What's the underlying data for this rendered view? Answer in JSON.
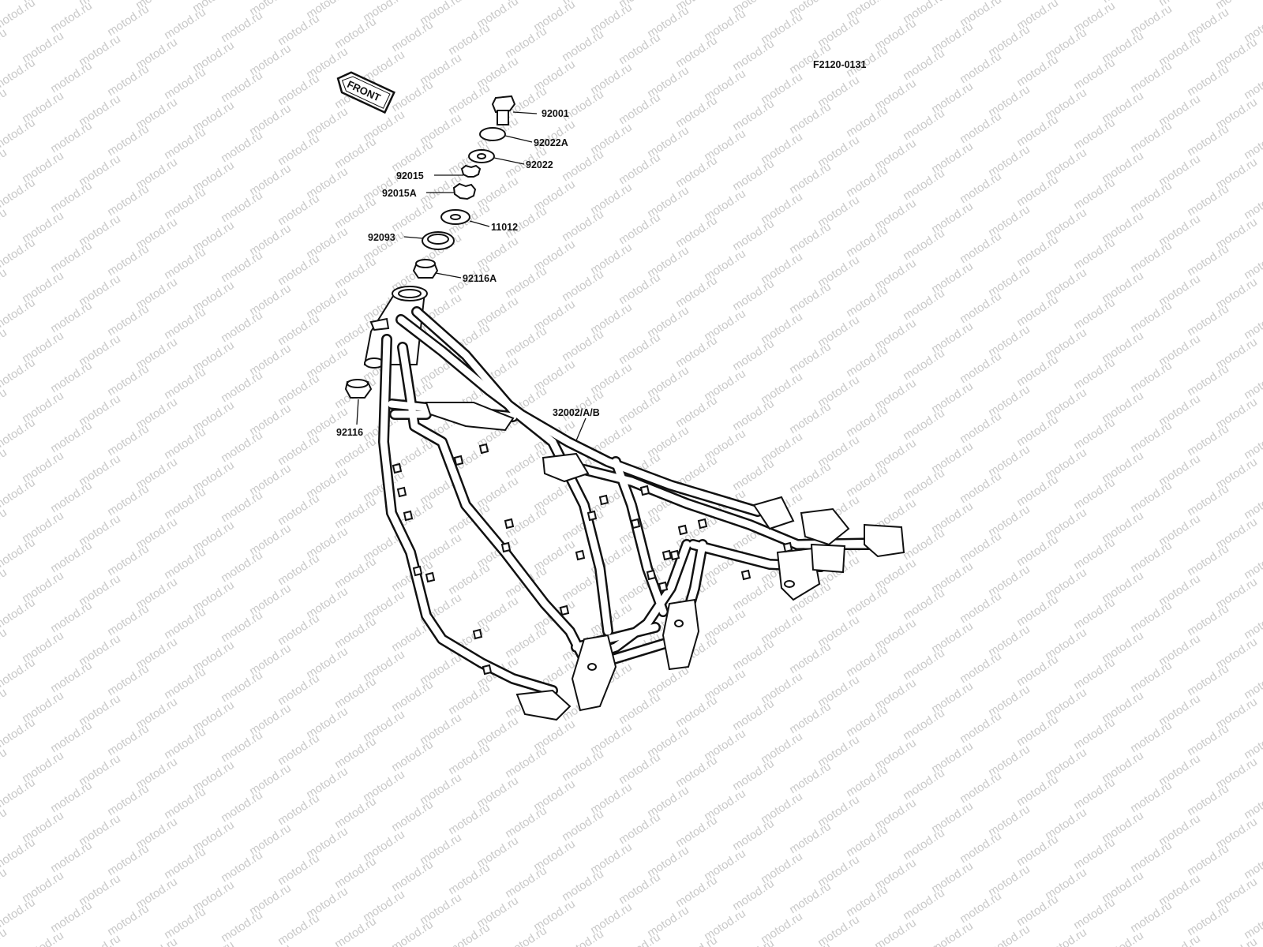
{
  "watermark": {
    "text": "motod.ru",
    "color": "#c9c9c9"
  },
  "figure_code": "F2120-0131",
  "front_arrow": {
    "label": "FRONT"
  },
  "callouts": [
    {
      "id": "92001",
      "label": "92001"
    },
    {
      "id": "92022A",
      "label": "92022A"
    },
    {
      "id": "92022",
      "label": "92022"
    },
    {
      "id": "92015",
      "label": "92015"
    },
    {
      "id": "92015A",
      "label": "92015A"
    },
    {
      "id": "11012",
      "label": "11012"
    },
    {
      "id": "92093",
      "label": "92093"
    },
    {
      "id": "92116A",
      "label": "92116A"
    },
    {
      "id": "92116",
      "label": "92116"
    },
    {
      "id": "32002",
      "label": "32002/A/B"
    }
  ]
}
